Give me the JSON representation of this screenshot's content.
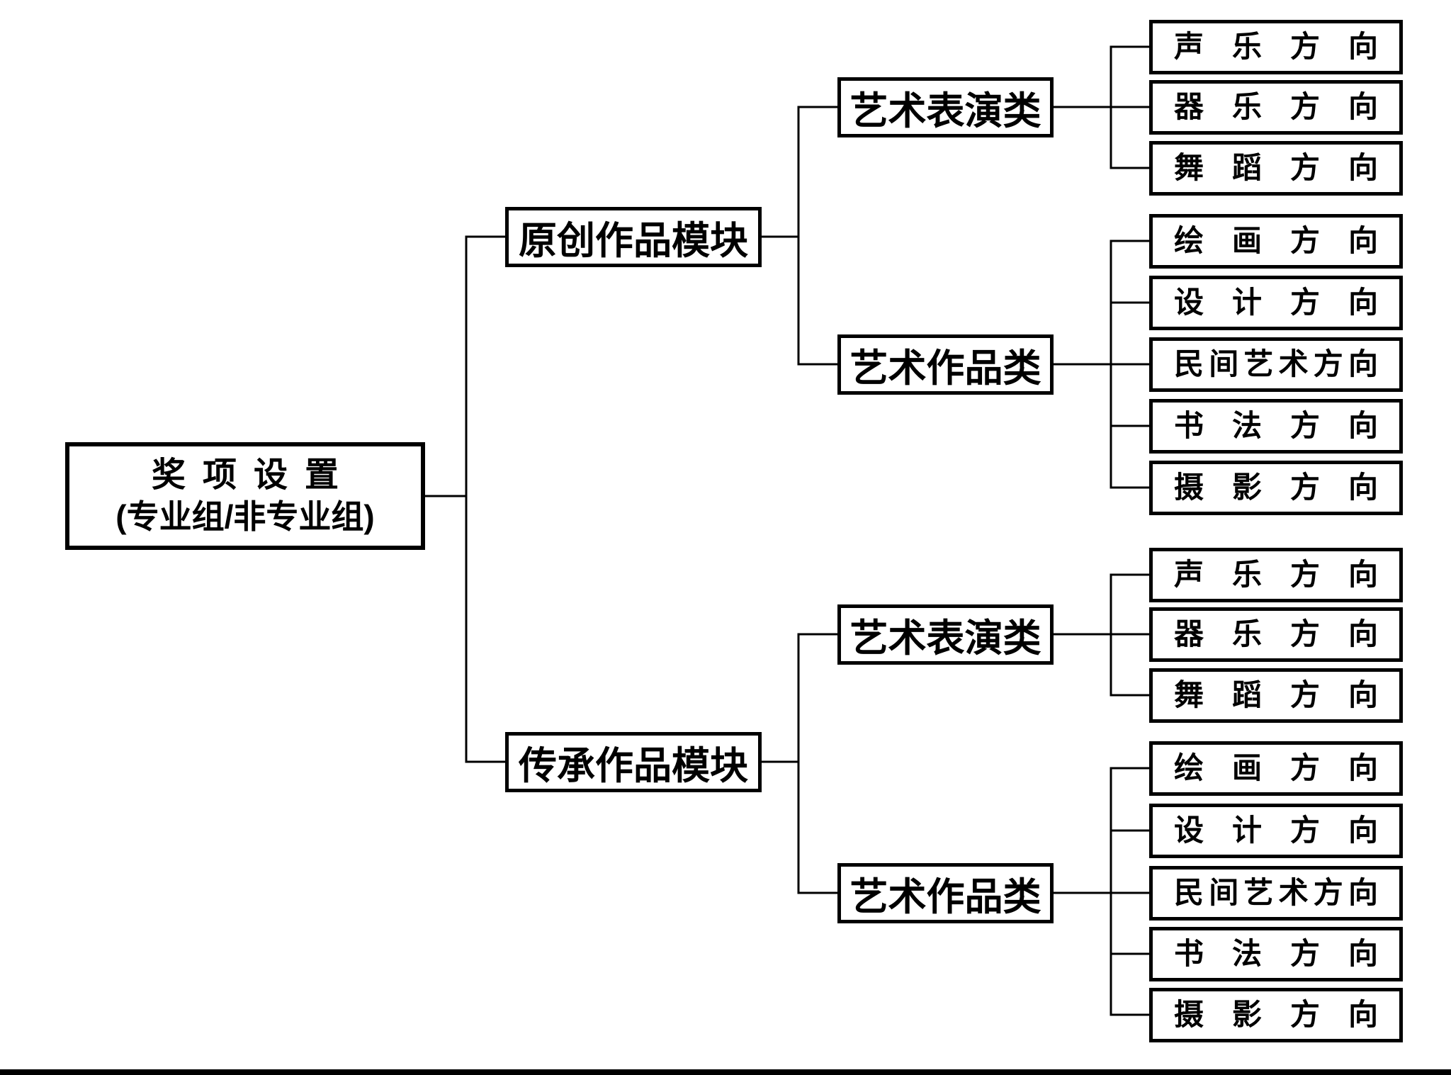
{
  "diagram": {
    "root": {
      "title": "奖项设置",
      "subtitle": "(专业组/非专业组)"
    },
    "modules": [
      {
        "label": "原创作品模块",
        "categories": [
          {
            "label": "艺术表演类",
            "directions": [
              "声乐方向",
              "器乐方向",
              "舞蹈方向"
            ]
          },
          {
            "label": "艺术作品类",
            "directions": [
              "绘画方向",
              "设计方向",
              "民间艺术方向",
              "书法方向",
              "摄影方向"
            ]
          }
        ]
      },
      {
        "label": "传承作品模块",
        "categories": [
          {
            "label": "艺术表演类",
            "directions": [
              "声乐方向",
              "器乐方向",
              "舞蹈方向"
            ]
          },
          {
            "label": "艺术作品类",
            "directions": [
              "绘画方向",
              "设计方向",
              "民间艺术方向",
              "书法方向",
              "摄影方向"
            ]
          }
        ]
      }
    ],
    "colors": {
      "line": "#000000",
      "box_border": "#000000",
      "box_background": "#ffffff",
      "text": "#000000",
      "page_background": "#ffffff"
    }
  }
}
